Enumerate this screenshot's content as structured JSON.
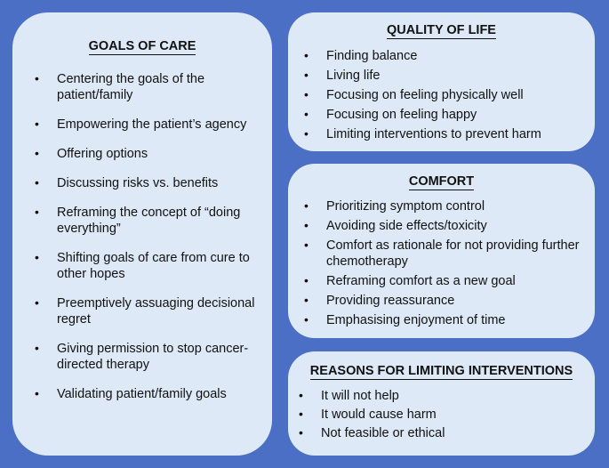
{
  "goals_of_care": {
    "title": "GOALS OF CARE",
    "items": [
      "Centering the goals of the patient/family",
      "Empowering the patient’s agency",
      "Offering options",
      "Discussing risks vs. benefits",
      "Reframing the concept of “doing everything”",
      "Shifting goals of care from cure to other hopes",
      "Preemptively assuaging decisional regret",
      "Giving permission to stop cancer-directed therapy",
      "Validating patient/family goals"
    ]
  },
  "quality_of_life": {
    "title": "QUALITY OF LIFE",
    "items": [
      "Finding balance",
      "Living life",
      "Focusing on feeling physically well",
      "Focusing on feeling happy",
      "Limiting interventions to prevent harm"
    ]
  },
  "comfort": {
    "title": "COMFORT",
    "items": [
      "Prioritizing symptom control",
      "Avoiding side effects/toxicity",
      "Comfort as rationale for not providing further chemotherapy",
      "Reframing comfort as a new goal",
      "Providing reassurance",
      "Emphasising enjoyment of time"
    ]
  },
  "reasons_for_limiting": {
    "title": "REASONS FOR LIMITING INTERVENTIONS",
    "items": [
      "It will not help",
      "It would cause harm",
      "Not feasible or ethical"
    ]
  },
  "bullet": "•",
  "colors": {
    "background": "#4a6fc4",
    "box": "#dde9f6",
    "text": "#111111"
  }
}
